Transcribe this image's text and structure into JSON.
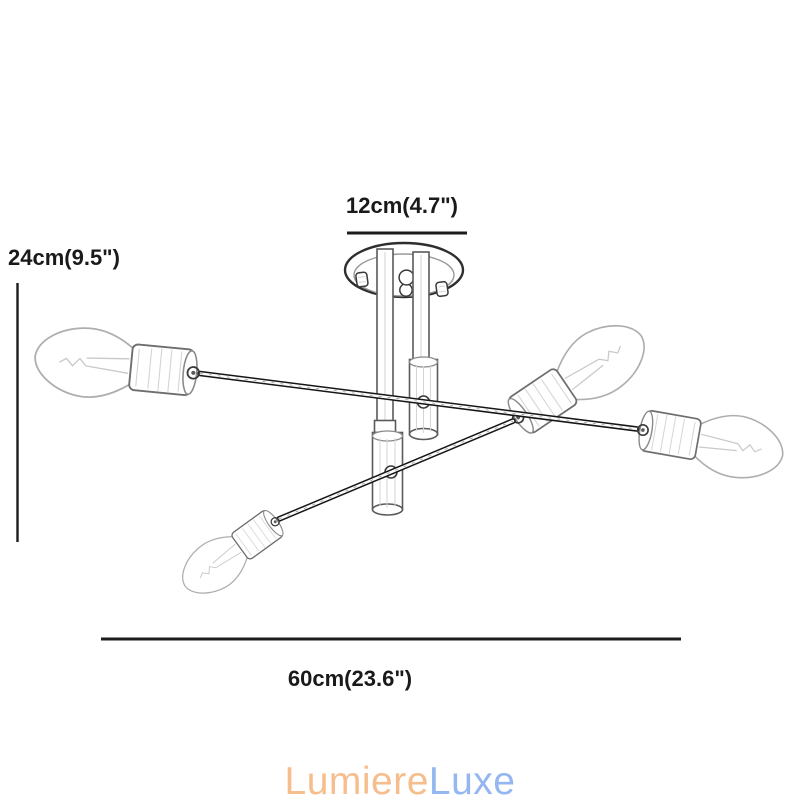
{
  "diagram": {
    "dim_canopy": "12cm(4.7\")",
    "dim_height": "24cm(9.5\")",
    "dim_width": "60cm(23.6\")"
  },
  "brand": {
    "name_primary": "Lumiere",
    "name_secondary": "Luxe",
    "primary_color": "#f6be8d",
    "secondary_color": "#94b7f1"
  }
}
